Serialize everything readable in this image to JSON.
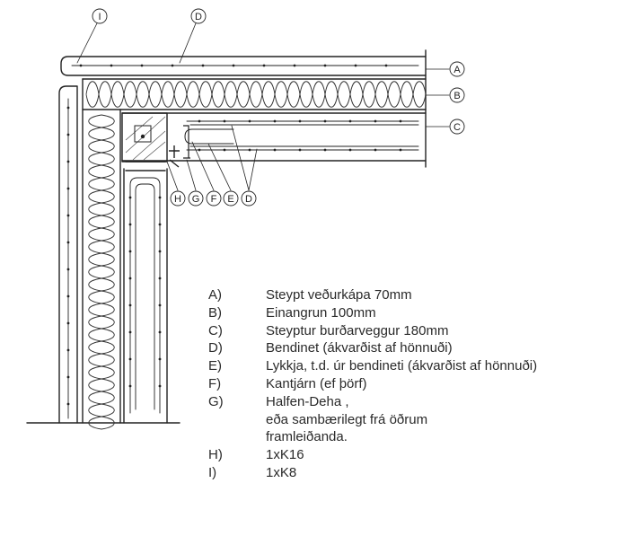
{
  "callouts": {
    "I": "I",
    "D": "D",
    "A": "A",
    "B": "B",
    "C": "C",
    "H": "H",
    "G": "G",
    "F": "F",
    "E": "E",
    "D2": "D"
  },
  "legend": [
    {
      "key": "A)",
      "lines": [
        "Steypt veðurkápa 70mm"
      ]
    },
    {
      "key": "B)",
      "lines": [
        "Einangrun 100mm"
      ]
    },
    {
      "key": "C)",
      "lines": [
        "Steyptur burðarveggur 180mm"
      ]
    },
    {
      "key": "D)",
      "lines": [
        "Bendinet (ákvarðist af hönnuði)"
      ]
    },
    {
      "key": "E)",
      "lines": [
        "Lykkja, t.d. úr bendineti (ákvarðist af hönnuði)"
      ]
    },
    {
      "key": "F)",
      "lines": [
        "Kantjárn (ef þörf)"
      ]
    },
    {
      "key": "G)",
      "lines": [
        "Halfen-Deha ,",
        "eða sambærilegt frá öðrum",
        "framleiðanda."
      ]
    },
    {
      "key": "H)",
      "lines": [
        "1xK16"
      ]
    },
    {
      "key": "I)",
      "lines": [
        "1xK8"
      ]
    }
  ]
}
